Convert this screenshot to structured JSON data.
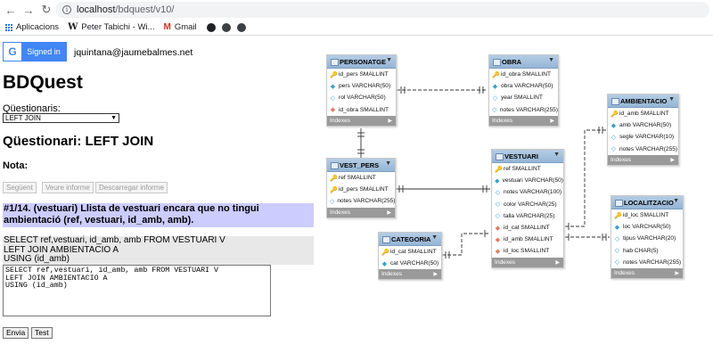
{
  "browser": {
    "url_host": "localhost",
    "url_path": "/bdquest/v10/",
    "bookmarks": [
      "Aplicacions",
      "Peter Tabichi - Wi...",
      "Gmail"
    ]
  },
  "auth": {
    "signin_label": "Signed in",
    "email": "jquintana@jaumebalmes.net"
  },
  "page": {
    "title": "BDQuest",
    "questionaris_label": "Qüestionaris:",
    "questionari_selected": "LEFT JOIN",
    "questionari_title": "Qüestionari: LEFT JOIN",
    "nota_label": "Nota:",
    "buttons": {
      "seguent": "Següent",
      "veure": "Veure informe",
      "descarregar": "Descarregar informe"
    },
    "exercise": "#1/14. (vestuari) Llista de vestuari encara que no tingui ambientació (ref, vestuari, id_amb, amb).",
    "sql_display": [
      "SELECT ref,vestuari, id_amb, amb FROM VESTUARI V",
      "LEFT JOIN AMBIENTACIO A",
      "USING (id_amb)"
    ],
    "sql_input": "SELECT ref,vestuari, id_amb, amb FROM VESTUARI V\nLEFT JOIN AMBIENTACIO A\nUSING (id_amb)",
    "envia_label": "Envia",
    "test_label": "Test"
  },
  "diagram": {
    "indexes_label": "Indexes",
    "tables": {
      "personatge": {
        "name": "PERSONATGE",
        "cols": [
          {
            "icon": "pk",
            "text": "id_pers SMALLINT"
          },
          {
            "icon": "dia",
            "text": "pers VARCHAR(50)"
          },
          {
            "icon": "dia-empty",
            "text": "rol VARCHAR(50)"
          },
          {
            "icon": "fk-dia",
            "text": "id_obra SMALLINT"
          }
        ]
      },
      "obra": {
        "name": "OBRA",
        "cols": [
          {
            "icon": "pk",
            "text": "id_obra SMALLINT"
          },
          {
            "icon": "dia",
            "text": "obra VARCHAR(50)"
          },
          {
            "icon": "dia-empty",
            "text": "year SMALLINT"
          },
          {
            "icon": "dia-empty",
            "text": "notes VARCHAR(255)"
          }
        ]
      },
      "ambientacio": {
        "name": "AMBIENTACIO",
        "cols": [
          {
            "icon": "pk",
            "text": "id_amb SMALLINT"
          },
          {
            "icon": "dia",
            "text": "amb VARCHAR(50)"
          },
          {
            "icon": "dia-empty",
            "text": "segle VARCHAR(10)"
          },
          {
            "icon": "dia-empty",
            "text": "notes VARCHAR(255)"
          }
        ]
      },
      "vest_pers": {
        "name": "VEST_PERS",
        "cols": [
          {
            "icon": "fk",
            "text": "ref SMALLINT"
          },
          {
            "icon": "fk",
            "text": "id_pers SMALLINT"
          },
          {
            "icon": "dia-empty",
            "text": "notes VARCHAR(255)"
          }
        ]
      },
      "vestuari": {
        "name": "VESTUARI",
        "cols": [
          {
            "icon": "pk",
            "text": "ref SMALLINT"
          },
          {
            "icon": "dia",
            "text": "vestuari VARCHAR(50)"
          },
          {
            "icon": "dia-empty",
            "text": "notes VARCHAR(100)"
          },
          {
            "icon": "dia-empty",
            "text": "color VARCHAR(25)"
          },
          {
            "icon": "dia-empty",
            "text": "talla VARCHAR(25)"
          },
          {
            "icon": "fk-dia",
            "text": "id_cat SMALLINT"
          },
          {
            "icon": "fk-dia",
            "text": "id_amb SMALLINT"
          },
          {
            "icon": "fk-dia",
            "text": "id_loc SMALLINT"
          }
        ]
      },
      "categoria": {
        "name": "CATEGORIA",
        "cols": [
          {
            "icon": "pk",
            "text": "id_cat SMALLINT"
          },
          {
            "icon": "dia",
            "text": "cat VARCHAR(50)"
          }
        ]
      },
      "localitzacio": {
        "name": "LOCALITZACIO",
        "cols": [
          {
            "icon": "pk",
            "text": "id_loc SMALLINT"
          },
          {
            "icon": "dia",
            "text": "loc VARCHAR(50)"
          },
          {
            "icon": "dia-empty",
            "text": "tipus VARCHAR(20)"
          },
          {
            "icon": "dia-empty",
            "text": "hab CHAR(5)"
          },
          {
            "icon": "dia-empty",
            "text": "notes VARCHAR(255)"
          }
        ]
      }
    }
  }
}
